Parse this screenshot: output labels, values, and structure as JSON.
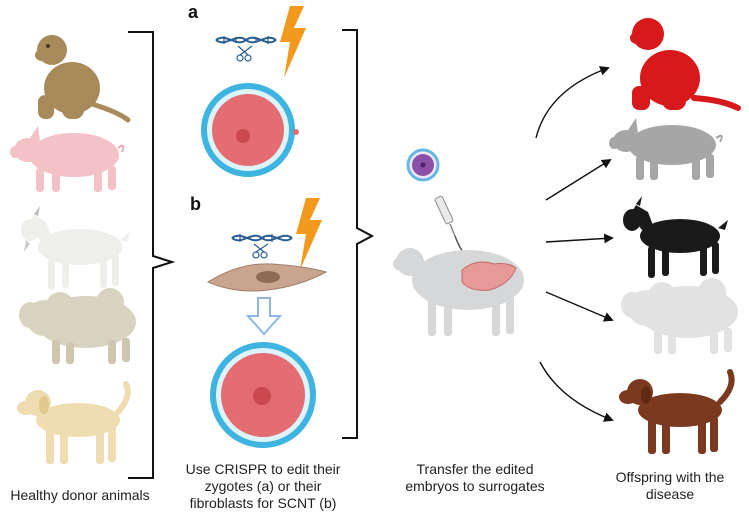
{
  "panel_labels": {
    "a": "a",
    "b": "b"
  },
  "captions": {
    "donors": "Healthy donor animals",
    "crispr_line1": "Use CRISPR to edit their",
    "crispr_line2": "zygotes (a) or their",
    "crispr_line3": "fibroblasts for SCNT (b)",
    "transfer_line1": "Transfer the edited",
    "transfer_line2": "embryos to surrogates",
    "offspring_line1": "Offspring with the",
    "offspring_line2": "disease"
  },
  "colors": {
    "monkey_donor": "#a98a5a",
    "pig_donor": "#f2c2c6",
    "goat_donor": "#eeeeea",
    "sheep_donor": "#d9d3c1",
    "dog_donor": "#efdcb0",
    "monkey_offspring": "#d7191c",
    "pig_offspring": "#a6a6a6",
    "goat_offspring": "#1a1a1a",
    "sheep_offspring": "#e2e2e2",
    "dog_offspring": "#7b3a1f",
    "zona": "#3fb4e0",
    "cytoplasm": "#e36d72",
    "lightning": "#f39a1e",
    "dna": "#2a5d8f",
    "fibroblast": "#c9a48f",
    "arrow_down": "#8fb7e0",
    "surrogate": "#d6d7d8",
    "uterus": "#e69a98",
    "embryo": "#8b4fa8"
  },
  "icons": [
    "monkey-icon",
    "pig-icon",
    "goat-icon",
    "sheep-icon",
    "dog-icon",
    "dna-icon",
    "scissors-icon",
    "lightning-icon",
    "zygote-icon",
    "fibroblast-icon",
    "down-arrow-icon",
    "embryo-icon",
    "syringe-icon",
    "surrogate-sheep-icon",
    "uterus-icon"
  ]
}
